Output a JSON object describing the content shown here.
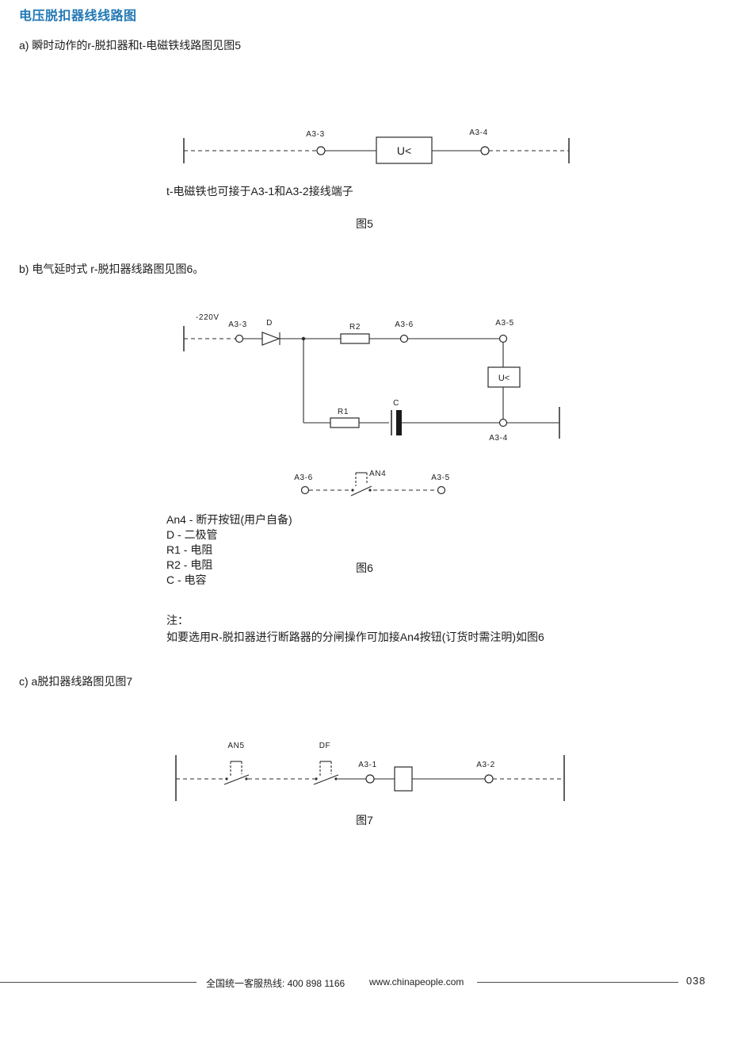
{
  "page": {
    "title": "电压脱扣器线线路图",
    "page_number": "038"
  },
  "sections": {
    "a": {
      "heading": "a) 瞬时动作的r-脱扣器和t-电磁铁线路图见图5",
      "note": "t-电磁铁也可接于A3-1和A3-2接线端子",
      "caption": "图5"
    },
    "b": {
      "heading": "b) 电气延时式 r-脱扣器线路图见图6。",
      "caption": "图6",
      "legend": [
        "An4 - 断开按钮(用户自备)",
        "D - 二极管",
        "R1 - 电阻",
        "R2 - 电阻",
        "C - 电容"
      ],
      "note_label": "注：",
      "note_body": "如要选用R-脱扣器进行断路器的分闸操作可加接An4按钮(订货时需注明)如图6"
    },
    "c": {
      "heading": "c) a脱扣器线路图见图7",
      "caption": "图7"
    }
  },
  "fig5": {
    "terminal_left": "A3-3",
    "terminal_right": "A3-4",
    "device_label": "U<"
  },
  "fig6": {
    "supply": "-220V",
    "terminal_a33": "A3-3",
    "diode": "D",
    "resistor_r2": "R2",
    "terminal_a36": "A3-6",
    "terminal_a35": "A3-5",
    "device_label": "U<",
    "resistor_r1": "R1",
    "capacitor": "C",
    "terminal_a34": "A3-4",
    "sub_terminal_left": "A3-6",
    "sub_button": "AN4",
    "sub_terminal_right": "A3-5"
  },
  "fig7": {
    "button_an5": "AN5",
    "button_df": "DF",
    "terminal_a31": "A3-1",
    "terminal_a32": "A3-2"
  },
  "footer": {
    "hotline": "全国统一客服热线: 400 898 1166",
    "website": "www.chinapeople.com"
  }
}
